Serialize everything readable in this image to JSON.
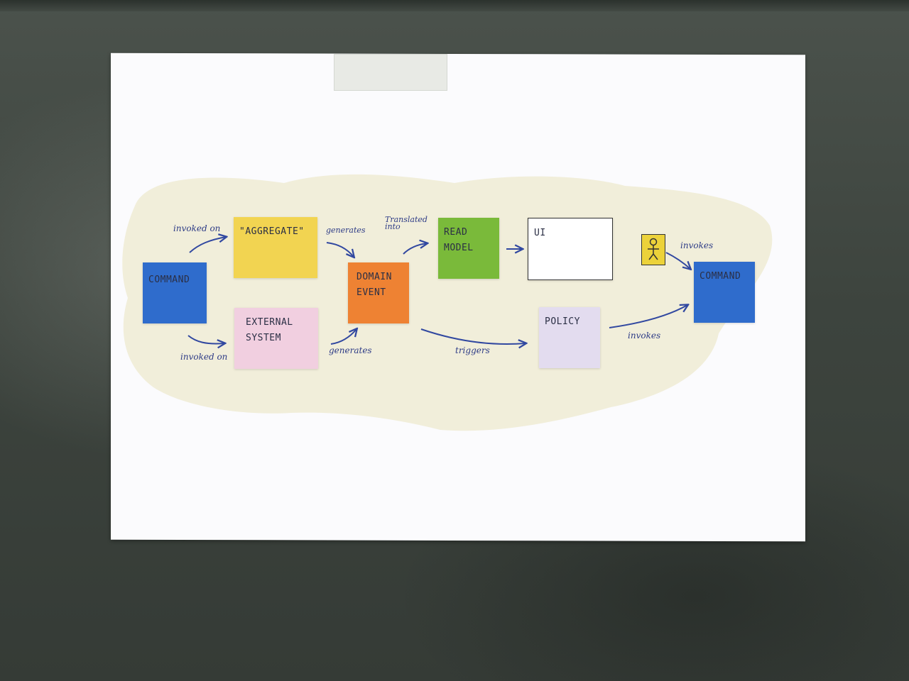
{
  "stickies": {
    "command_left": "COMMAND",
    "aggregate": "\"AGGREGATE\"",
    "external_system": "EXTERNAL\nSYSTEM",
    "domain_event": "DOMAIN\nEVENT",
    "read_model": "READ\nMODEL",
    "ui": "UI",
    "policy": "POLICY",
    "command_right": "COMMAND"
  },
  "labels": {
    "invoked_on_top": "invoked on",
    "invoked_on_bottom": "invoked on",
    "generates_top": "generates",
    "generates_bottom": "generates",
    "translated_into": "Translated\ninto",
    "triggers": "triggers",
    "invokes_actor": "invokes",
    "invokes_policy": "invokes"
  },
  "colors": {
    "command": "#2f6ccc",
    "aggregate": "#f2d451",
    "external_system": "#f1cfe0",
    "domain_event": "#ee8233",
    "read_model": "#7aba3a",
    "ui": "#ffffff",
    "policy": "#e3dcef",
    "actor": "#ecd23a",
    "arrow": "#3148a0",
    "cloud": "#efecd6"
  },
  "icons": {
    "actor": "person-icon"
  }
}
